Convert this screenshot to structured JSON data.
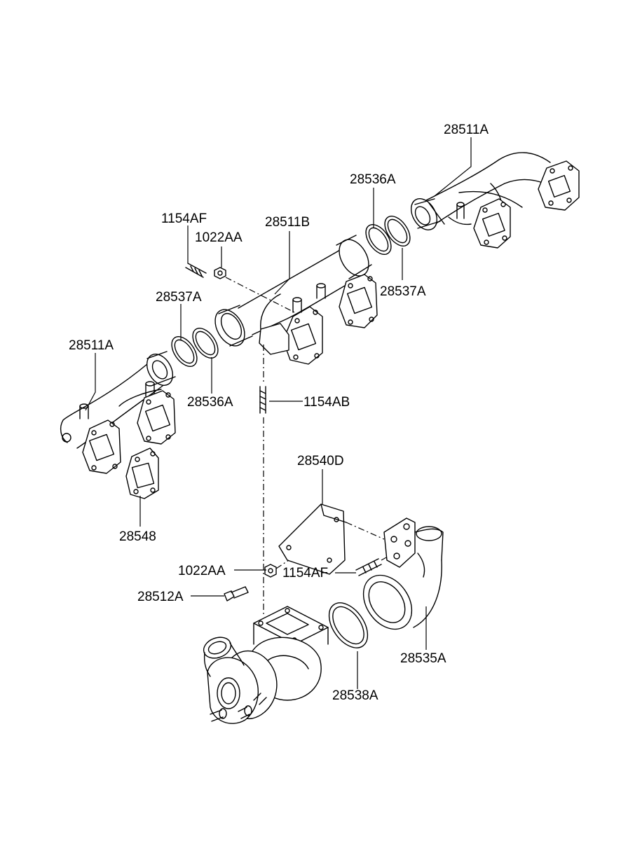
{
  "diagram": {
    "colors": {
      "line": "#000000",
      "background": "#ffffff"
    },
    "labels": {
      "p28511A_top": "28511A",
      "p28536A_top": "28536A",
      "p1154AF_top": "1154AF",
      "p28511B": "28511B",
      "p1022AA_top": "1022AA",
      "p28537A_right": "28537A",
      "p28537A_left": "28537A",
      "p28511A_left": "28511A",
      "p28536A_mid": "28536A",
      "p1154AB": "1154AB",
      "p28540D": "28540D",
      "p28548": "28548",
      "p1022AA_bottom": "1022AA",
      "p1154AF_bottom": "1154AF",
      "p28512A": "28512A",
      "p28535A": "28535A",
      "p28538A": "28538A"
    }
  }
}
